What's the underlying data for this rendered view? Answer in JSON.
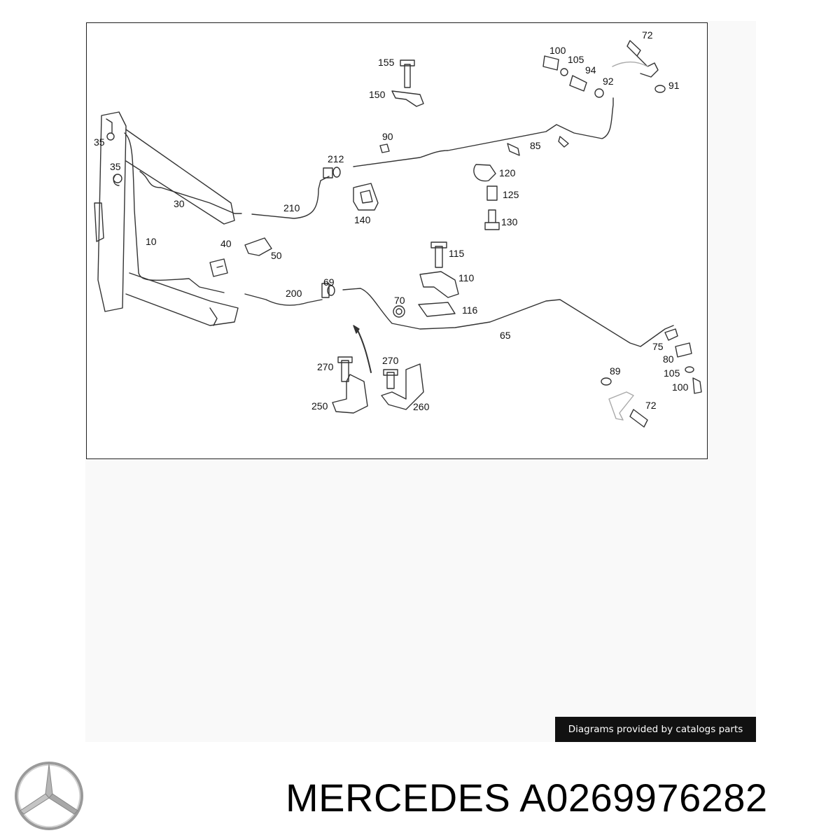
{
  "diagram": {
    "callouts": [
      "155",
      "150",
      "100",
      "105",
      "94",
      "92",
      "72",
      "91",
      "35",
      "35",
      "30",
      "90",
      "212",
      "85",
      "210",
      "120",
      "125",
      "140",
      "130",
      "10",
      "40",
      "50",
      "115",
      "110",
      "69",
      "200",
      "70",
      "116",
      "65",
      "75",
      "80",
      "105",
      "100",
      "270",
      "270",
      "89",
      "250",
      "260",
      "72"
    ]
  },
  "credit": {
    "text": "Diagrams provided by catalogs parts"
  },
  "title": {
    "brand": "MERCEDES",
    "part_number": "A0269976282"
  }
}
